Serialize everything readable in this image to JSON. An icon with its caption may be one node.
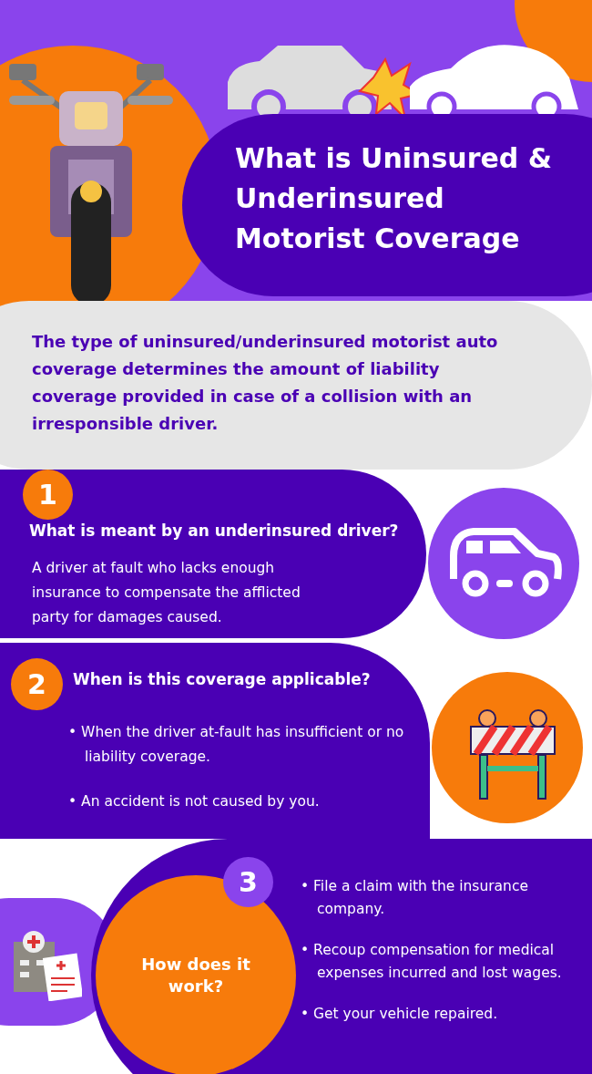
{
  "diagram": {
    "title": "What is Uninsured & Underinsured Motorist Coverage",
    "nodes": [
      {
        "text": [
          "The type of uninsured/underinsured motorist auto coverage determines the amount of liability coverage provided in case of a collision with an irresponsible driver."
        ]
      },
      {
        "text": [
          "What is meant by an underinsured driver?",
          "A driver at fault who lacks enough insurance to compensate the afflicted party for damages caused."
        ]
      },
      {
        "text": [
          "1"
        ],
        "in": 1
      },
      {
        "text": [
          "When is this coverage applicable?",
          "• When the driver at-fault has insufficient or no liability coverage.",
          "• An accident is not caused by you."
        ]
      },
      {
        "text": [
          "2"
        ],
        "in": 3
      },
      {
        "text": [
          "• File a claim with the insurance company.",
          "• Recoup compensation for medical expenses incurred and lost wages.",
          "• Get your vehicle repaired."
        ]
      },
      {
        "text": [
          "How does it work?"
        ],
        "in": 5
      },
      {
        "text": [
          "3"
        ],
        "in": 5
      }
    ],
    "edges": []
  }
}
